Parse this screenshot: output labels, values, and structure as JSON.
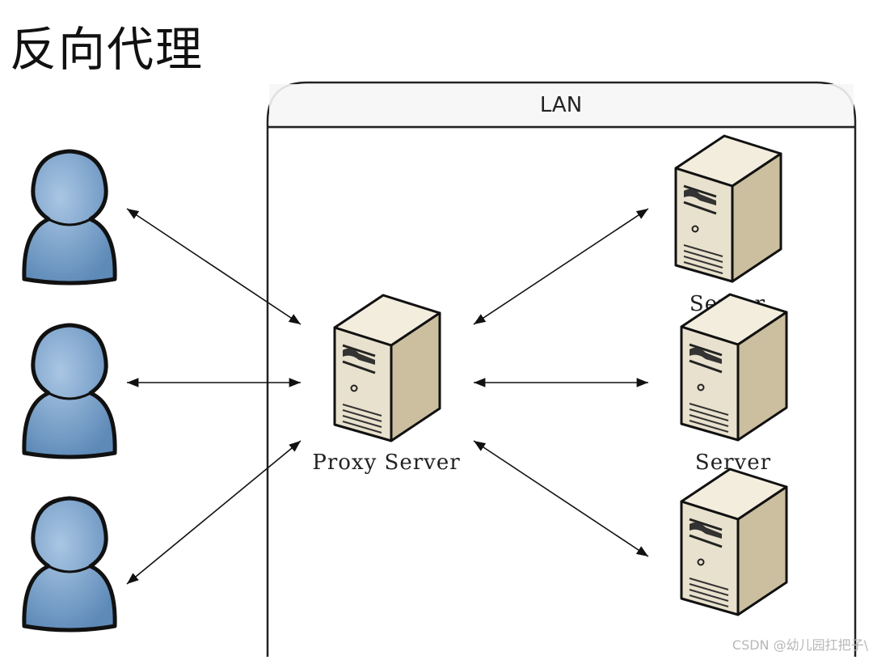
{
  "title": "反向代理",
  "lan_label": "LAN",
  "proxy": {
    "label": "Proxy Server"
  },
  "servers": [
    {
      "label": "Server"
    },
    {
      "label": "Server"
    },
    {
      "label": ""
    }
  ],
  "clients": [
    {},
    {},
    {}
  ],
  "watermark": "CSDN @幼儿园扛把子\\",
  "colors": {
    "client_fill": "#7aa2cc",
    "server_front": "#e9e2d0",
    "server_side": "#cfc3a4",
    "outline": "#111111"
  },
  "icons": [
    "user-icon",
    "server-icon"
  ]
}
